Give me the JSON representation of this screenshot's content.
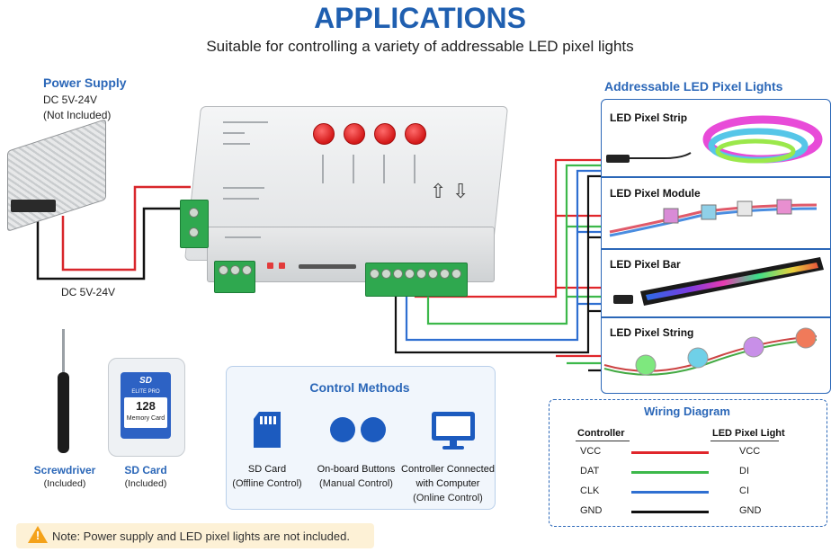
{
  "header": {
    "title": "APPLICATIONS",
    "subtitle": "Suitable for controlling a variety of addressable LED pixel lights"
  },
  "power_supply": {
    "heading": "Power Supply",
    "voltage": "DC 5V-24V",
    "note": "(Not Included)",
    "wire_label": "DC 5V-24V"
  },
  "tools": {
    "screwdriver": {
      "name": "Screwdriver",
      "note": "(Included)"
    },
    "sd_card": {
      "name": "SD Card",
      "note": "(Included)",
      "card_brand": "SD",
      "card_line": "ELITE PRO",
      "card_size": "128",
      "card_label": "Memory Card"
    }
  },
  "control_methods": {
    "heading": "Control Methods",
    "items": [
      {
        "title": "SD Card",
        "detail": "(Offline Control)",
        "icon": "sd-card-icon"
      },
      {
        "title": "On-board Buttons",
        "detail": "(Manual Control)",
        "icon": "buttons-icon"
      },
      {
        "title": "Controller Connected",
        "title2": "with Computer",
        "detail": "(Online Control)",
        "icon": "monitor-icon"
      }
    ]
  },
  "led_lights": {
    "heading": "Addressable LED Pixel Lights",
    "items": [
      "LED Pixel Strip",
      "LED Pixel Module",
      "LED Pixel Bar",
      "LED Pixel String"
    ]
  },
  "wiring_diagram": {
    "heading": "Wiring Diagram",
    "col_left": "Controller",
    "col_right": "LED Pixel Light",
    "rows": [
      {
        "controller": "VCC",
        "led": "VCC",
        "color": "#e0262b"
      },
      {
        "controller": "DAT",
        "led": "DI",
        "color": "#3cb84a"
      },
      {
        "controller": "CLK",
        "led": "CI",
        "color": "#2f6fd1"
      },
      {
        "controller": "GND",
        "led": "GND",
        "color": "#111111"
      }
    ]
  },
  "note": {
    "text": "Note: Power supply and LED pixel lights are not included."
  }
}
